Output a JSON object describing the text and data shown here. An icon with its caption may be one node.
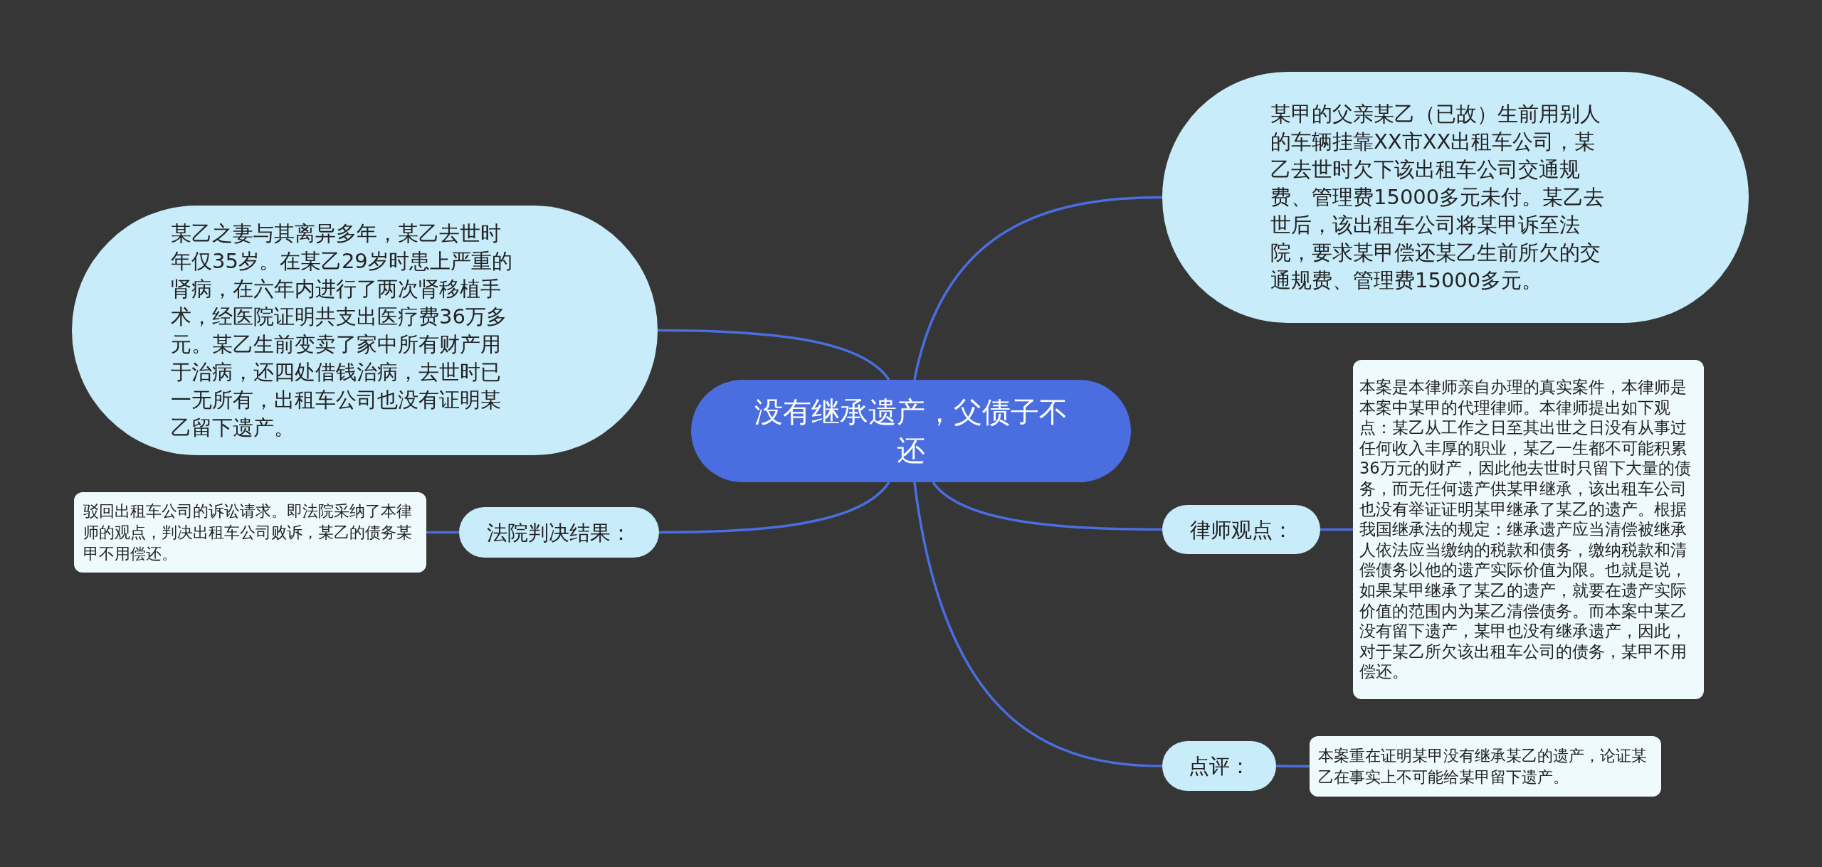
{
  "diagram": {
    "nodes": [
      {
        "text": [
          "没有继承遗产，父债子不还"
        ]
      },
      {
        "text": [
          "某乙之妻与其离异多年，某乙去世时年仅35岁。在某乙29岁时患上严重的肾病，在六年内进行了两次肾移植手术，经医院证明共支出医疗费36万多元。某乙生前变卖了家中所有财产用于治病，还四处借钱治病，去世时已一无所有，出租车公司也没有证明某乙留下遗产。"
        ]
      },
      {
        "text": [
          "某甲的父亲某乙（已故）生前用别人的车辆挂靠XX市XX出租车公司，某乙去世时欠下该出租车公司交通规费、管理费15000多元未付。某乙去世后，该出租车公司将某甲诉至法院，要求某甲偿还某乙生前所欠的交通规费、管理费15000多元。"
        ]
      },
      {
        "text": [
          "法院判决结果："
        ]
      },
      {
        "text": [
          "驳回出租车公司的诉讼请求。即法院采纳了本律师的观点，判决出租车公司败诉，某乙的债务某甲不用偿还。"
        ]
      },
      {
        "text": [
          "律师观点："
        ]
      },
      {
        "text": [
          "本案是本律师亲自办理的真实案件，本律师是本案中某甲的代理律师。本律师提出如下观点：某乙从工作之日至其出世之日没有从事过任何收入丰厚的职业，某乙一生都不可能积累36万元的财产，因此他去世时只留下大量的债务，而无任何遗产供某甲继承，该出租车公司也没有举证证明某甲继承了某乙的遗产。根据我国继承法的规定：继承遗产应当清偿被继承人依法应当缴纳的税款和债务，缴纳税款和清偿债务以他的遗产实际价值为限。也就是说，如果某甲继承了某乙的遗产，就要在遗产实际价值的范围内为某乙清偿债务。而本案中某乙没有留下遗产，某甲也没有继承遗产，因此，对于某乙所欠该出租车公司的债务，某甲不用偿还。"
        ]
      },
      {
        "text": [
          "点评："
        ]
      },
      {
        "text": [
          "本案重在证明某甲没有继承某乙的遗产，论证某乙在事实上不可能给某甲留下遗产。"
        ]
      }
    ],
    "edges": [
      {
        "from": 0,
        "to": 1,
        "arrow": "none"
      },
      {
        "from": 0,
        "to": 2,
        "arrow": "none"
      },
      {
        "from": 0,
        "to": 3,
        "arrow": "none"
      },
      {
        "from": 3,
        "to": 4,
        "arrow": "none"
      },
      {
        "from": 0,
        "to": 5,
        "arrow": "none"
      },
      {
        "from": 5,
        "to": 6,
        "arrow": "none"
      },
      {
        "from": 0,
        "to": 7,
        "arrow": "none"
      },
      {
        "from": 7,
        "to": 8,
        "arrow": "none"
      }
    ]
  }
}
